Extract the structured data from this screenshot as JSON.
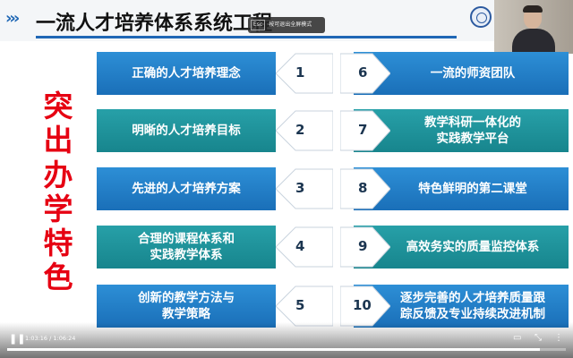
{
  "header": {
    "title": "一流人才培养体系系统工程",
    "chevrons": "›››"
  },
  "fullscreen_toast": {
    "key": "Esc",
    "text": "按可退出全屏模式"
  },
  "slogan": [
    "突",
    "出",
    "办",
    "学",
    "特",
    "色"
  ],
  "items_left": [
    {
      "num": "1",
      "text": "正确的人才培养理念",
      "style": "blue"
    },
    {
      "num": "2",
      "text": "明晰的人才培养目标",
      "style": "teal"
    },
    {
      "num": "3",
      "text": "先进的人才培养方案",
      "style": "blue"
    },
    {
      "num": "4",
      "text": "合理的课程体系和\n实践教学体系",
      "style": "teal"
    },
    {
      "num": "5",
      "text": "创新的教学方法与\n教学策略",
      "style": "blue"
    }
  ],
  "items_right": [
    {
      "num": "6",
      "text": "一流的师资团队",
      "style": "blue"
    },
    {
      "num": "7",
      "text": "教学科研一体化的\n实践教学平台",
      "style": "teal"
    },
    {
      "num": "8",
      "text": "特色鲜明的第二课堂",
      "style": "blue"
    },
    {
      "num": "9",
      "text": "高效务实的质量监控体系",
      "style": "teal"
    },
    {
      "num": "10",
      "text": "逐步完善的人才培养质量跟\n踪反馈及专业持续改进机制",
      "style": "blue"
    }
  ],
  "player": {
    "timecode": "1:03:16 / 1:06:24",
    "progress_fraction": 0.953,
    "play_icon": "pause-icon",
    "icons": [
      "subtitles-icon",
      "fullscreen-exit-icon",
      "settings-icon"
    ]
  },
  "colors": {
    "accent": "#1f67b5",
    "slogan": "#e60012",
    "blue": "#2d8fd6",
    "teal": "#27a0a8"
  }
}
